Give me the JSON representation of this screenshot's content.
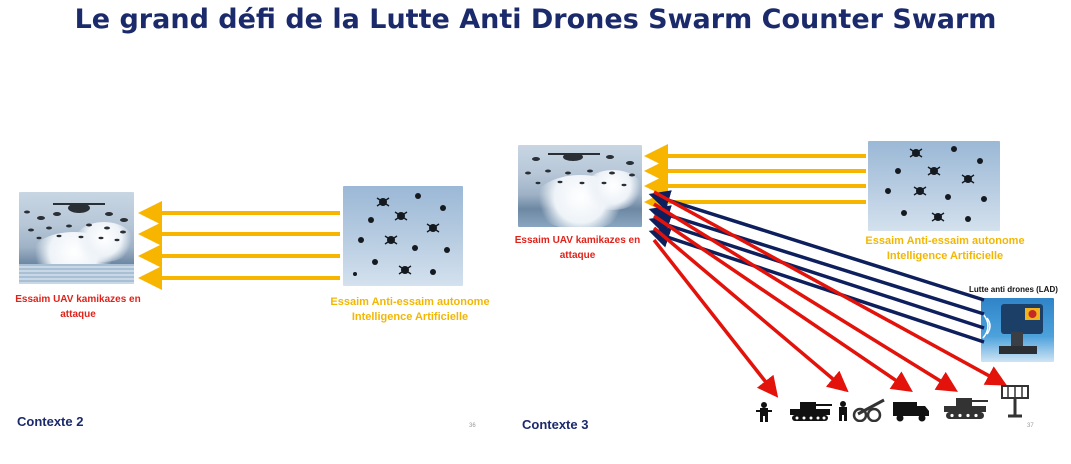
{
  "title": "Le grand défi de la Lutte Anti Drones Swarm Counter Swarm",
  "left_slide": {
    "attack_label_line1": "Essaim UAV kamikazes en",
    "attack_label_line2": "attaque",
    "counter_label_line1": "Essaim Anti-essaim autonome",
    "counter_label_line2": "Intelligence Artificielle",
    "context": "Contexte 2",
    "page_number": "36"
  },
  "right_slide": {
    "attack_label_line1": "Essaim UAV kamikazes en",
    "attack_label_line2": "attaque",
    "counter_label_line1": "Essaim Anti-essaim autonome",
    "counter_label_line2": "Intelligence Artificielle",
    "lad_label": "Lutte anti drones (LAD)",
    "context": "Contexte 3",
    "page_number": "37",
    "ground_icons": [
      "soldier-icon",
      "tank-icon",
      "soldier-icon",
      "artillery-icon",
      "truck-icon",
      "tank-icon",
      "radar-tower-icon"
    ]
  },
  "colors": {
    "title": "#1b2a6b",
    "attack_label": "#e0231b",
    "counter_label": "#f2b705",
    "arrow_yellow": "#f7b500",
    "arrow_red": "#e3120b",
    "arrow_navy": "#0d1f5c"
  }
}
